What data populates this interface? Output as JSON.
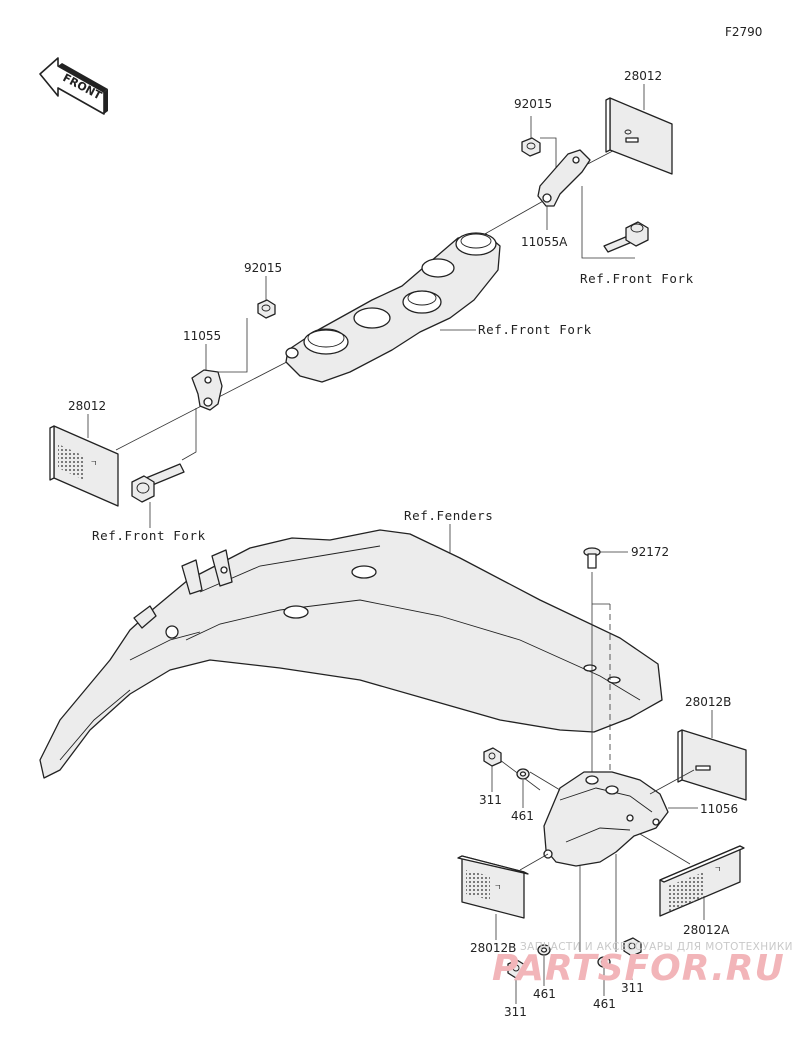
{
  "figure_code": "F2790",
  "front_badge": "FRONT",
  "callouts": {
    "p92015_top": "92015",
    "p28012_top": "28012",
    "p11055A": "11055A",
    "ref_front_fork_right": "Ref.Front Fork",
    "ref_front_fork_center": "Ref.Front Fork",
    "p92015_left": "92015",
    "p11055": "11055",
    "p28012_left": "28012",
    "ref_front_fork_left": "Ref.Front Fork",
    "ref_fenders": "Ref.Fenders",
    "p92172": "92172",
    "p28012B_right": "28012B",
    "p11056": "11056",
    "p311_upper": "311",
    "p461_upper": "461",
    "p28012B_left": "28012B",
    "p28012A": "28012A",
    "p461_lower_left": "461",
    "p461_lower_right": "461",
    "p311_lower_left": "311",
    "p311_lower_right": "311"
  },
  "watermark": {
    "tagline": "ЗАПЧАСТИ И АКСЕССУАРЫ ДЛЯ МОТОТЕХНИКИ",
    "brand": "PARTSFOR.RU"
  },
  "colors": {
    "line": "#222222",
    "part_fill": "#ececec",
    "watermark_brand": "#f2b5b9"
  }
}
